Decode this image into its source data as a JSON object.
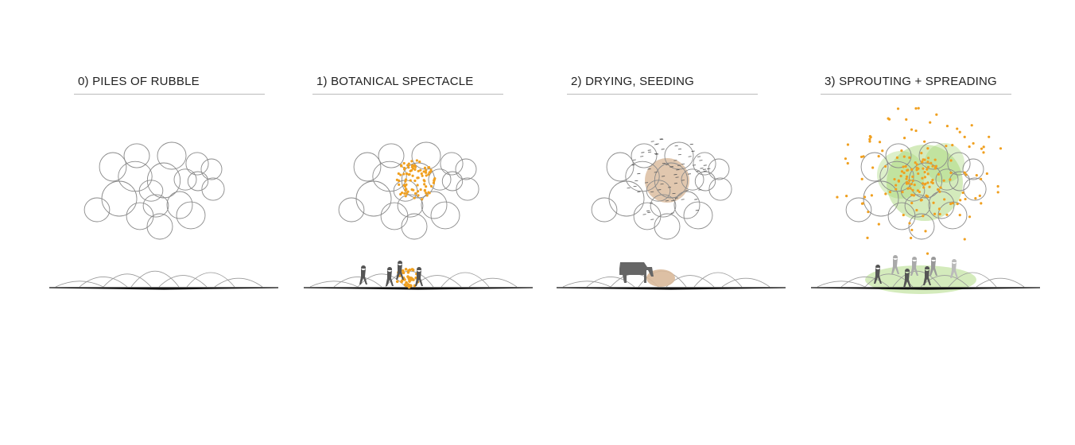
{
  "panels": [
    {
      "title": "0) PILES OF RUBBLE",
      "stage": "rubble"
    },
    {
      "title": "1) BOTANICAL SPECTACLE",
      "stage": "bloom"
    },
    {
      "title": "2) DRYING, SEEDING",
      "stage": "drying"
    },
    {
      "title": "3) SPROUTING + SPREADING",
      "stage": "spreading"
    }
  ],
  "colors": {
    "outline": "#8a8a8a",
    "seed": "#f0a020",
    "dry": "#d9b99a",
    "green": "#9fd36a",
    "figure": "#555555",
    "ground": "#111111"
  }
}
